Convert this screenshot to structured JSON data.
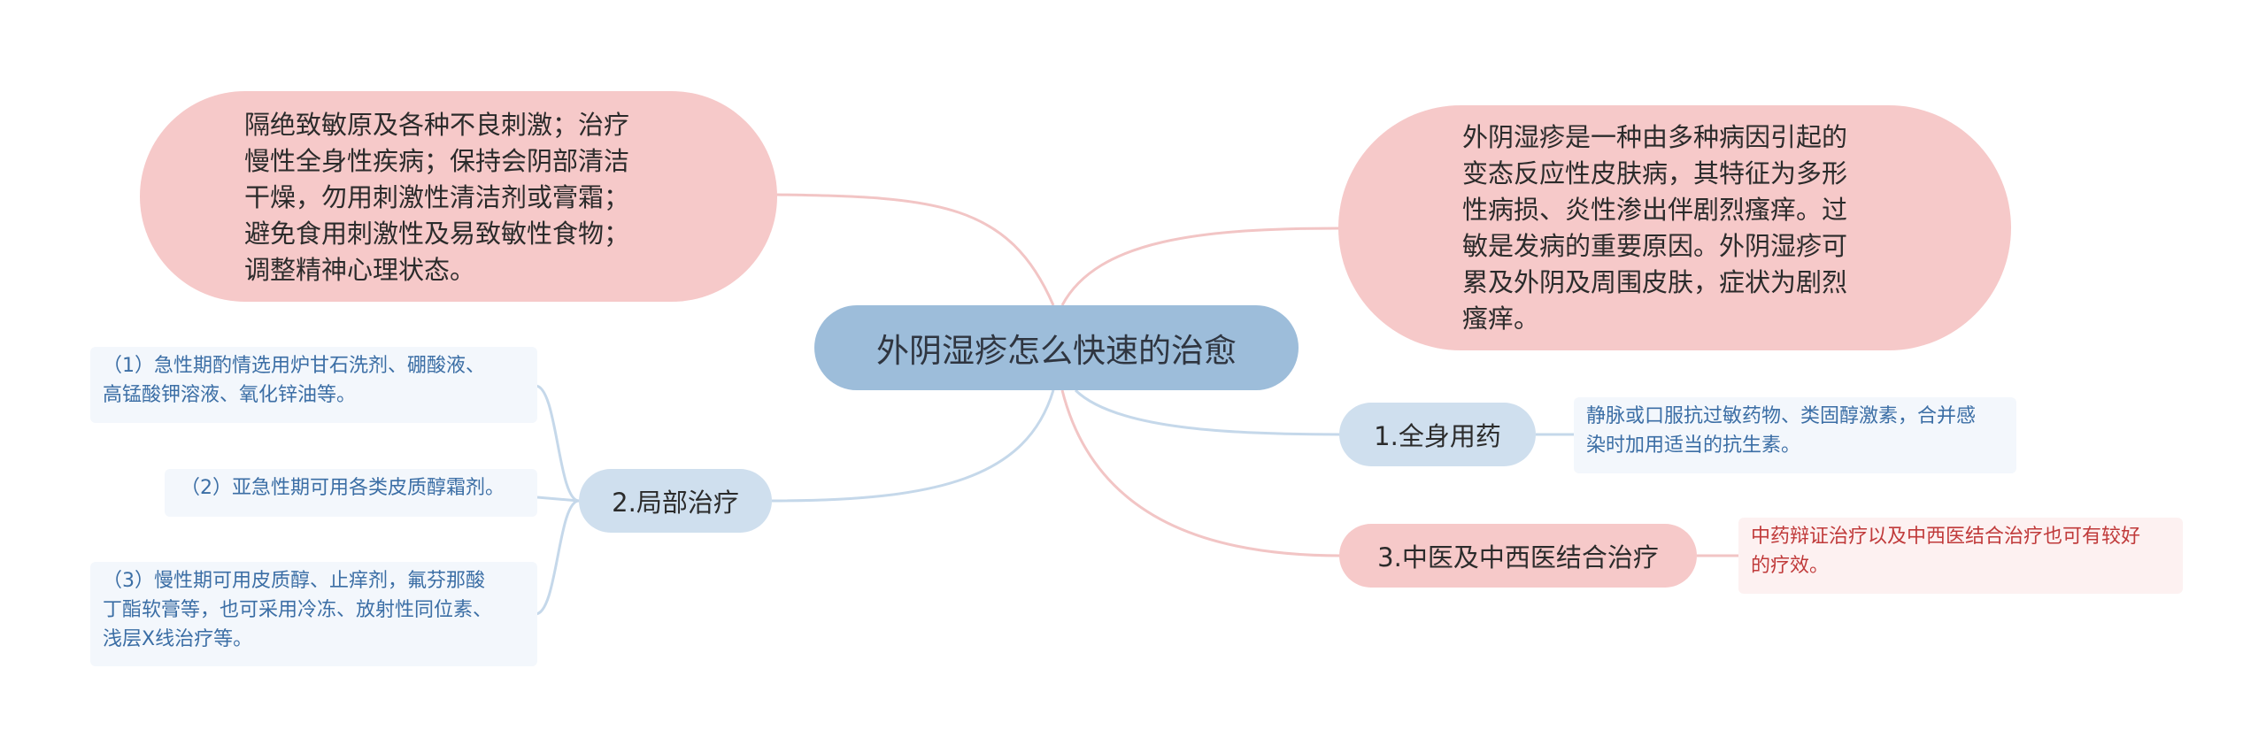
{
  "mindmap": {
    "central": "外阴湿疹怎么快速的治愈",
    "left_bubble": {
      "lines": [
        "隔绝致敏原及各种不良刺激；治疗",
        "慢性全身性疾病；保持会阴部清洁",
        "干燥，勿用刺激性清洁剂或膏霜；",
        "避免食用刺激性及易致敏性食物；",
        "调整精神心理状态。"
      ]
    },
    "right_bubble": {
      "lines": [
        "外阴湿疹是一种由多种病因引起的",
        "变态反应性皮肤病，其特征为多形",
        "性病损、炎性渗出伴剧烈瘙痒。过",
        "敏是发病的重要原因。外阴湿疹可",
        "累及外阴及周围皮肤，症状为剧烈",
        "瘙痒。"
      ]
    },
    "branch_local": {
      "label": "2.局部治疗",
      "leaves": [
        {
          "lines": [
            "（1）急性期酌情选用炉甘石洗剂、硼酸液、",
            "高锰酸钾溶液、氧化锌油等。"
          ]
        },
        {
          "lines": [
            "（2）亚急性期可用各类皮质醇霜剂。"
          ]
        },
        {
          "lines": [
            "（3）慢性期可用皮质醇、止痒剂，氟芬那酸",
            "丁酯软膏等，也可采用冷冻、放射性同位素、",
            "浅层X线治疗等。"
          ]
        }
      ]
    },
    "branch_systemic": {
      "label": "1.全身用药",
      "leaf": {
        "lines": [
          "静脉或口服抗过敏药物、类固醇激素，合并感",
          "染时加用适当的抗生素。"
        ]
      }
    },
    "branch_tcm": {
      "label": "3.中医及中西医结合治疗",
      "leaf": {
        "lines": [
          "中药辩证治疗以及中西医结合治疗也可有较好",
          "的疗效。"
        ]
      }
    }
  },
  "colors": {
    "central_fill": "#9dbdda",
    "pink_fill": "#f6c9c9",
    "blue_fill": "#cfdfee",
    "pink_link": "#f2c5c5",
    "blue_link": "#c5d8ea",
    "blue_text": "#3b6ea5",
    "red_text": "#c03a3a"
  }
}
